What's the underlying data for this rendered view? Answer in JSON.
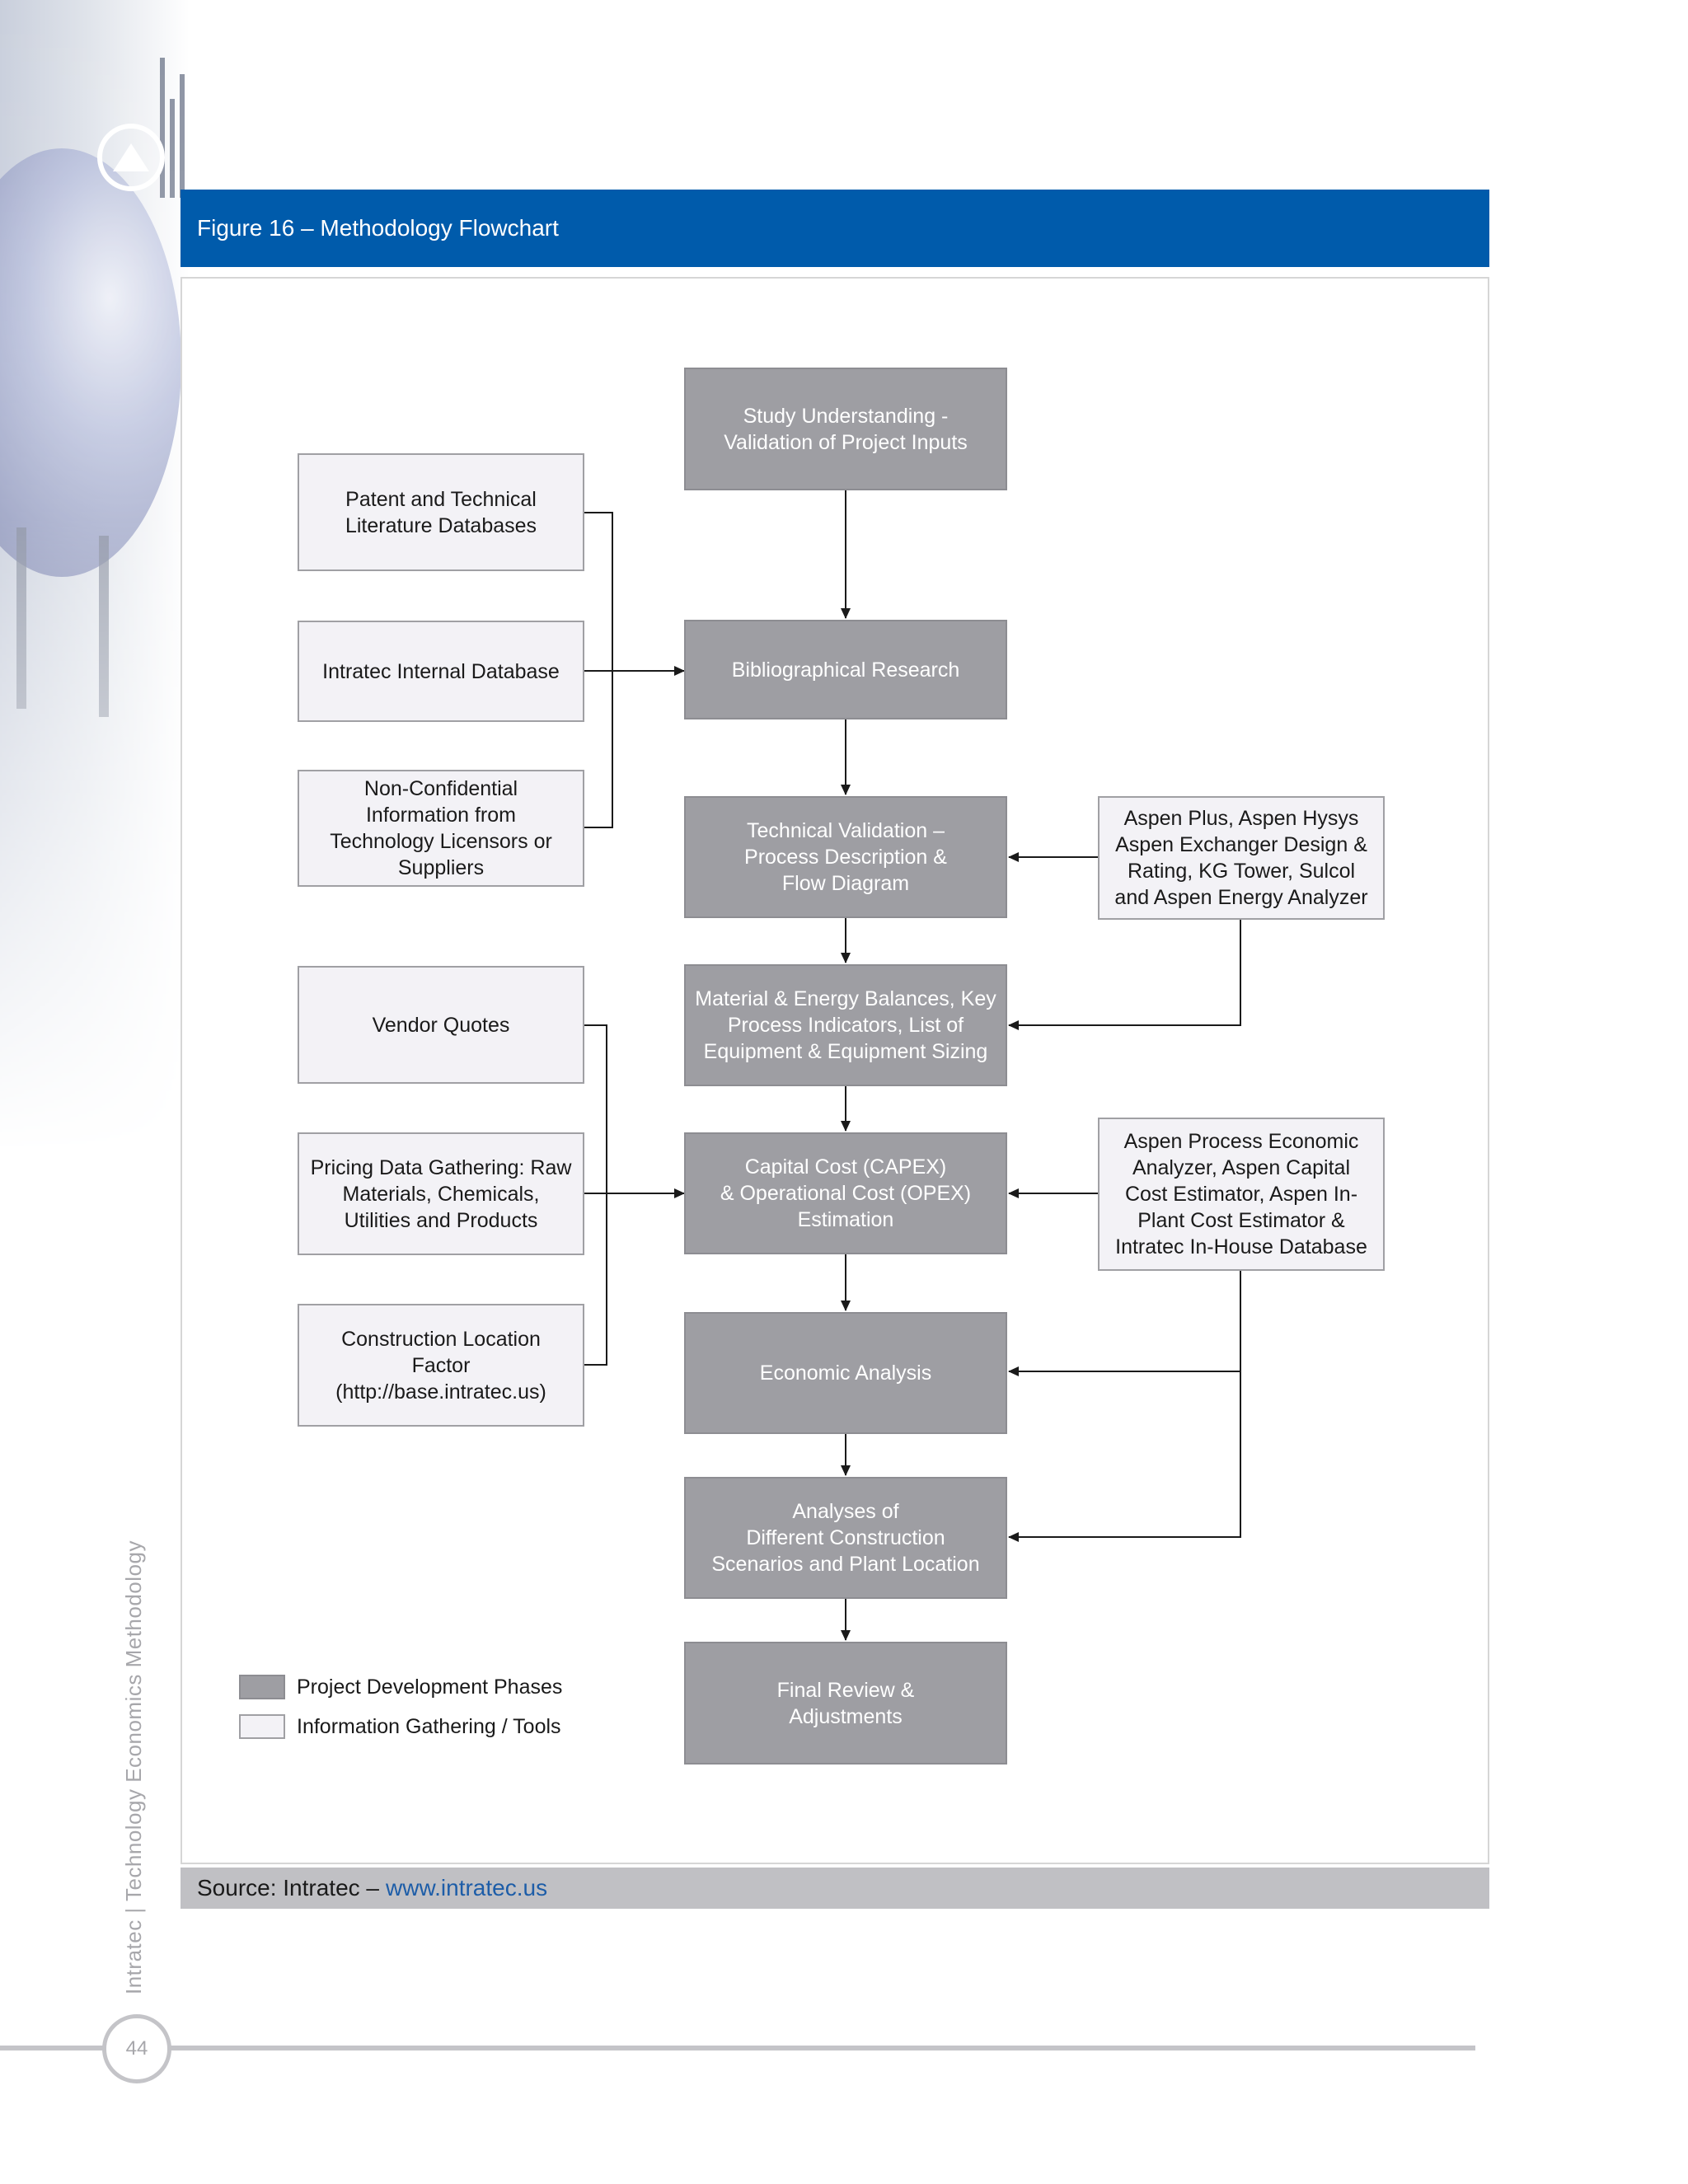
{
  "figure": {
    "title": "Figure 16 – Methodology Flowchart",
    "source_label": "Source: Intratec –",
    "source_link": "www.intratec.us"
  },
  "phases": {
    "study": "Study Understanding -\nValidation of Project Inputs",
    "biblio": "Bibliographical Research",
    "techval": "Technical Validation –\nProcess Description &\nFlow Diagram",
    "material": "Material & Energy Balances, Key\nProcess Indicators, List of\nEquipment & Equipment Sizing",
    "capex": "Capital Cost (CAPEX)\n& Operational Cost (OPEX)\nEstimation",
    "economic": "Economic Analysis",
    "scenarios": "Analyses of\nDifferent Construction\nScenarios and Plant Location",
    "final": "Final Review &\nAdjustments"
  },
  "info": {
    "patent": "Patent and Technical\nLiterature Databases",
    "internal": "Intratec Internal Database",
    "nonconf": "Non-Confidential\nInformation from\nTechnology Licensors or\nSuppliers",
    "aspen_sim": "Aspen Plus, Aspen Hysys\nAspen Exchanger Design &\nRating, KG Tower, Sulcol\nand Aspen Energy Analyzer",
    "vendor": "Vendor Quotes",
    "pricing": "Pricing Data Gathering: Raw\nMaterials, Chemicals,\nUtilities and Products",
    "location": "Construction Location\nFactor\n(http://base.intratec.us)",
    "aspen_cost": "Aspen Process Economic\nAnalyzer, Aspen Capital\nCost Estimator, Aspen In-\nPlant Cost Estimator &\nIntratec In-House Database"
  },
  "legend": {
    "phases_label": "Project Development Phases",
    "info_label": "Information Gathering / Tools"
  },
  "page": {
    "side_text": "Intratec | Technology Economics Methodology",
    "number": "44"
  },
  "colors": {
    "title_bar": "#005bab",
    "phase_fill": "#9e9ea3",
    "info_fill": "#f3f2f6",
    "link": "#1d5da8"
  }
}
